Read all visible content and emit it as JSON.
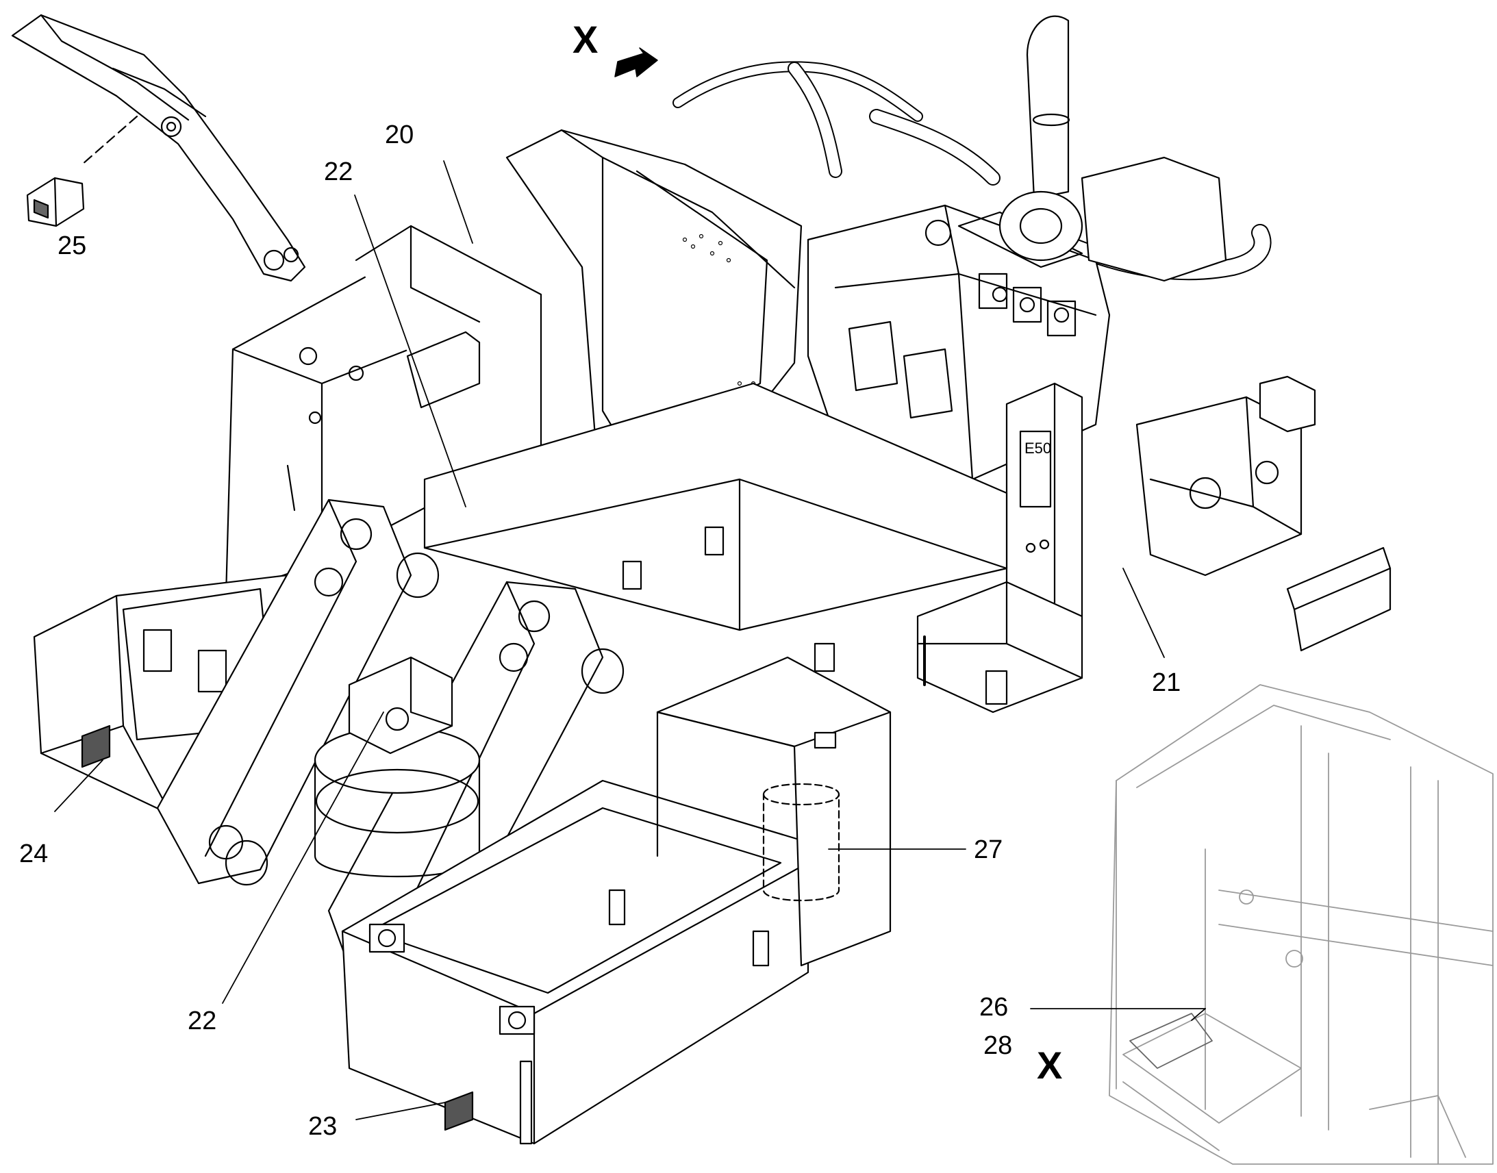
{
  "diagram": {
    "view_marker": "X",
    "plate_label": "E50",
    "callouts": {
      "c20": "20",
      "c21": "21",
      "c22a": "22",
      "c22b": "22",
      "c23": "23",
      "c24": "24",
      "c25": "25",
      "c26": "26",
      "c27": "27",
      "c28": "28"
    }
  }
}
